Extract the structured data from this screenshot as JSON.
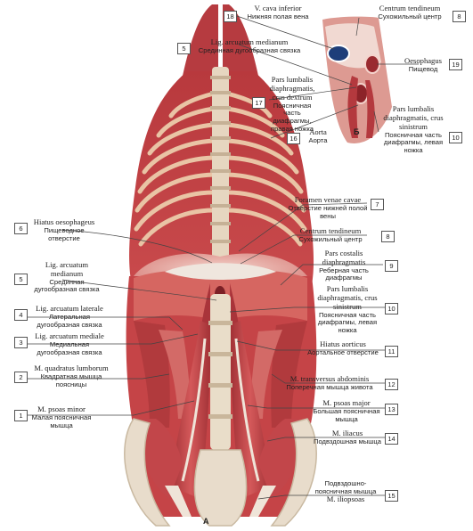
{
  "figure_letters": {
    "main": "А",
    "inset": "Б"
  },
  "labels": [
    {
      "num": "18",
      "lat": "V. cava inferior",
      "rus": "Нижняя полая вена"
    },
    {
      "num": "8",
      "lat": "Centrum tendineum",
      "rus": "Сухожильный центр"
    },
    {
      "num": "5",
      "lat": "Lig. arcuatum medianum",
      "rus": "Срединная дугообразная связка"
    },
    {
      "num": "19",
      "lat": "Oesophagus",
      "rus": "Пищевод"
    },
    {
      "num": "17",
      "lat": "Pars lumbalis diaphragmatis, crus dextrum",
      "rus": "Поясничная часть диафрагмы, правая ножка"
    },
    {
      "num": "16",
      "lat": "Aorta",
      "rus": "Аорта"
    },
    {
      "num": "10",
      "lat": "Pars lumbalis diaphragmatis, crus sinistrum",
      "rus": "Поясничная часть диафрагмы, левая ножка"
    },
    {
      "num": "7",
      "lat": "Foramen venae cavae",
      "rus": "Отверстие нижней полой вены"
    },
    {
      "num": "6",
      "lat": "Hiatus oesophageus",
      "rus": "Пищеводное отверстие"
    },
    {
      "num": "8",
      "lat": "Centrum tendineum",
      "rus": "Сухожильный центр"
    },
    {
      "num": "9",
      "lat": "Pars costalis diaphragmatis",
      "rus": "Реберная часть диафрагмы"
    },
    {
      "num": "5",
      "lat": "Lig. arcuatum medianum",
      "rus": "Срединная дугообразная связка"
    },
    {
      "num": "10",
      "lat": "Pars lumbalis diaphragmatis, crus sinistrum",
      "rus": "Поясничная часть диафрагмы, левая ножка"
    },
    {
      "num": "4",
      "lat": "Lig. arcuatum laterale",
      "rus": "Латеральная дугообразная связка"
    },
    {
      "num": "3",
      "lat": "Lig. arcuatum mediale",
      "rus": "Медиальная дугообразная связка"
    },
    {
      "num": "11",
      "lat": "Hiatus aorticus",
      "rus": "Аортальное отверстие"
    },
    {
      "num": "2",
      "lat": "M. quadratus lumborum",
      "rus": "Квадратная мышца поясницы"
    },
    {
      "num": "12",
      "lat": "M. transversus abdominis",
      "rus": "Поперечная мышца живота"
    },
    {
      "num": "1",
      "lat": "M. psoas minor",
      "rus": "Малая поясничная мышца"
    },
    {
      "num": "13",
      "lat": "M. psoas major",
      "rus": "Большая поясничная мышца"
    },
    {
      "num": "14",
      "lat": "M. iliacus",
      "rus": "Подвздошная мышца"
    },
    {
      "num": "15",
      "lat": "M. iliopsoas",
      "rus": "Подвздошно-поясничная мышца"
    }
  ],
  "colors": {
    "muscle": "#c8474a",
    "muscle_dark": "#a83237",
    "muscle_light": "#e07e7c",
    "tendon": "#eae3dc",
    "bone": "#e8dccb",
    "bone_shadow": "#c9b9a1",
    "leader_line": "#444444"
  }
}
